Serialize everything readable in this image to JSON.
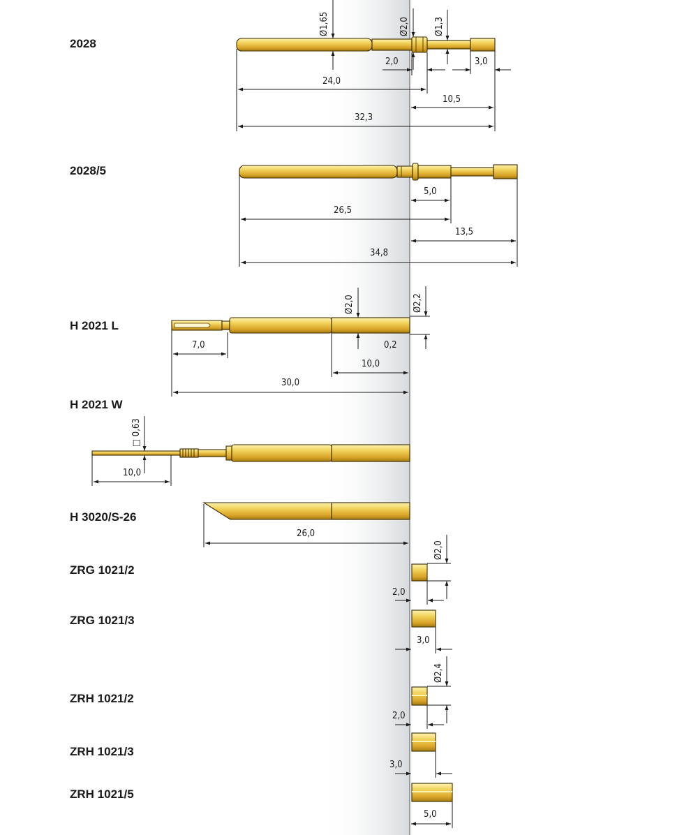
{
  "colors": {
    "gold_light": "#f6e27a",
    "gold_mid": "#e1b233",
    "gold_dark": "#a37a0f",
    "outline": "#3a2a00",
    "band": "#d9dde0"
  },
  "parts": {
    "p2028": {
      "label": "2028",
      "dims": {
        "d_shaft": "Ø1,65",
        "d_collar": "Ø2,0",
        "d_tip": "Ø1,3",
        "collar_len": "2,0",
        "tip_len": "3,0",
        "len_body": "24,0",
        "len_front": "10,5",
        "len_total": "32,3"
      }
    },
    "p2028_5": {
      "label": "2028/5",
      "dims": {
        "len_a": "5,0",
        "len_body": "26,5",
        "len_front": "13,5",
        "len_total": "34,8"
      }
    },
    "h2021l": {
      "label": "H 2021 L",
      "dims": {
        "d_body": "Ø2,0",
        "d_head": "Ø2,2",
        "slot_len": "7,0",
        "gap": "0,2",
        "len_head": "10,0",
        "len_total": "30,0"
      }
    },
    "h2021w": {
      "label": "H 2021 W",
      "dims": {
        "sq_wire": "□ 0,63",
        "wire_len": "10,0"
      }
    },
    "h3020": {
      "label": "H 3020/S-26",
      "dims": {
        "len_total": "26,0"
      }
    },
    "zrg1021_2": {
      "label": "ZRG 1021/2",
      "dims": {
        "dia": "Ø2,0",
        "len": "2,0"
      }
    },
    "zrg1021_3": {
      "label": "ZRG 1021/3",
      "dims": {
        "len": "3,0"
      }
    },
    "zrh1021_2": {
      "label": "ZRH 1021/2",
      "dims": {
        "dia": "Ø2,4",
        "len": "2,0"
      }
    },
    "zrh1021_3": {
      "label": "ZRH 1021/3",
      "dims": {
        "len": "3,0"
      }
    },
    "zrh1021_5": {
      "label": "ZRH 1021/5",
      "dims": {
        "len": "5,0"
      }
    }
  }
}
